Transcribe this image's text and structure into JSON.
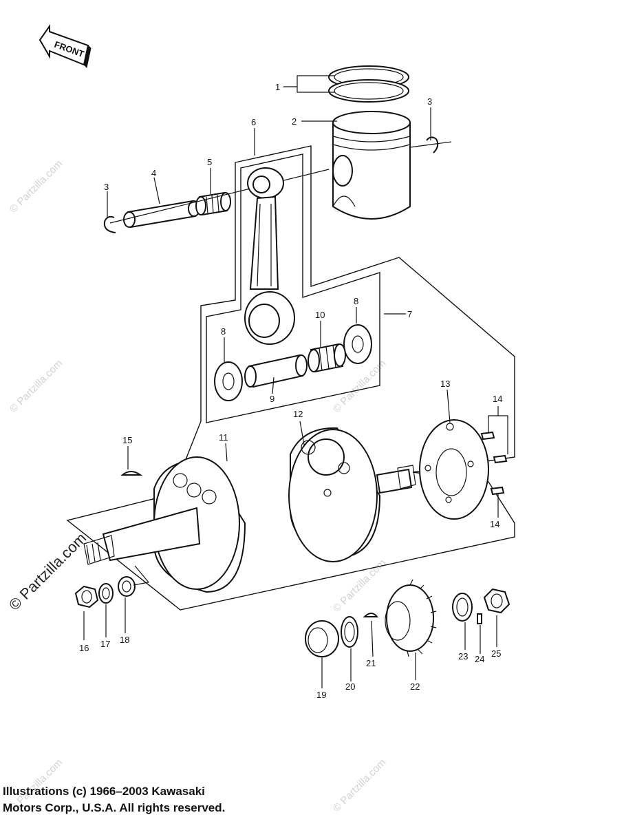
{
  "front_label": "FRONT",
  "watermark": "© Partzilla.com",
  "copyright": {
    "line1": "Illustrations (c) 1966–2003 Kawasaki",
    "line2": "Motors Corp., U.S.A.  All rights reserved."
  },
  "callouts": {
    "c1": "1",
    "c2": "2",
    "c3a": "3",
    "c3b": "3",
    "c4": "4",
    "c5": "5",
    "c6": "6",
    "c7": "7",
    "c8a": "8",
    "c8b": "8",
    "c9": "9",
    "c10": "10",
    "c11": "11",
    "c12": "12",
    "c13": "13",
    "c14a": "14",
    "c14b": "14",
    "c15": "15",
    "c16": "16",
    "c17": "17",
    "c18": "18",
    "c19": "19",
    "c20": "20",
    "c21": "21",
    "c22": "22",
    "c23": "23",
    "c24": "24",
    "c25": "25"
  }
}
